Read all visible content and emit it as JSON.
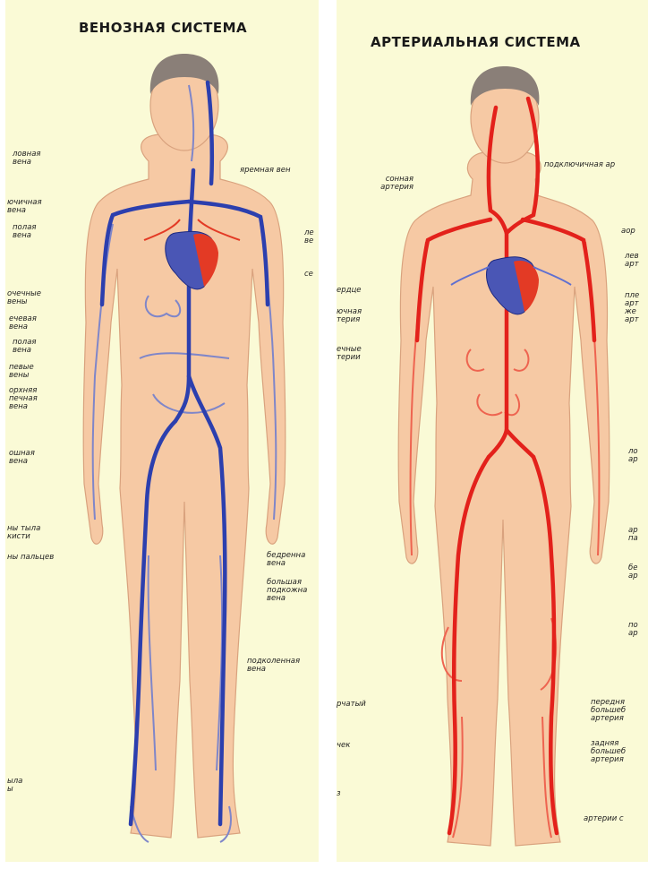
{
  "venous": {
    "title": "ВЕНОЗНАЯ СИСТЕМА",
    "labels": {
      "l1": "ловная\nвена",
      "l2": "ючичная\nвена",
      "l3": "полая\nвена",
      "l4": "очечные\nвены",
      "l5": "ечевая\nвена",
      "l6": "полая\nвена",
      "l7": "певые\nвены",
      "l8": "орхняя\nпечная\nвена",
      "l9": "ошная\nвена",
      "l10": "ны тыла\nкисти",
      "l11": "ны пальцев",
      "l12": "ыла\nы",
      "r1": "яремная вен",
      "r2": "ле\nве",
      "r3": "се",
      "r4": "бедренна\nвена",
      "r5": "большая\nподкожна\nвена",
      "r6": "подколенная\nвена"
    }
  },
  "arterial": {
    "title": "АРТЕРИАЛЬНАЯ СИСТЕМА",
    "labels": {
      "l1": "сонная\nартерия",
      "l2": "ердце",
      "l3": "ючная\nтерия",
      "l4": "ечные\nтерии",
      "l5": "рчатый",
      "l6": "чек",
      "l7": "з",
      "t1": "подключичная ар",
      "r1": "аор",
      "r2": "лев\nарт",
      "r3": "пле\nарт\nже\nарт",
      "r4": "ло\nар",
      "r5": "ар\nпа",
      "r6": "бе\nар",
      "r7": "по\nар",
      "r8": "передня\nбольшеб\nартерия",
      "r9": "задняя\nбольшеб\nартерия",
      "r10": "артерии с"
    }
  },
  "colors": {
    "panel_bg": "#fafad6",
    "skin": "#f6c9a4",
    "skin_outline": "#d9a27e",
    "hair": "#8a7f78",
    "vein": "#2c3fae",
    "vein_light": "#7f86c9",
    "artery": "#e3211b",
    "artery_light": "#ee6450"
  }
}
